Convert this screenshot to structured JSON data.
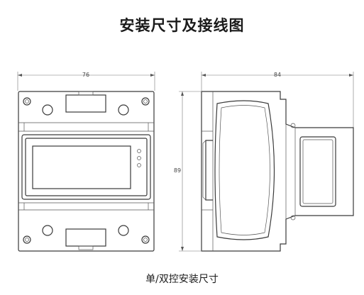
{
  "title": "安装尺寸及接线图",
  "caption": "单/双控安装尺寸",
  "dimensions": {
    "front_width": "76",
    "side_depth": "84",
    "side_height": "89"
  },
  "colors": {
    "line": "#3a3a3a",
    "screen_fill": "#ffffff",
    "background": "#ffffff"
  }
}
